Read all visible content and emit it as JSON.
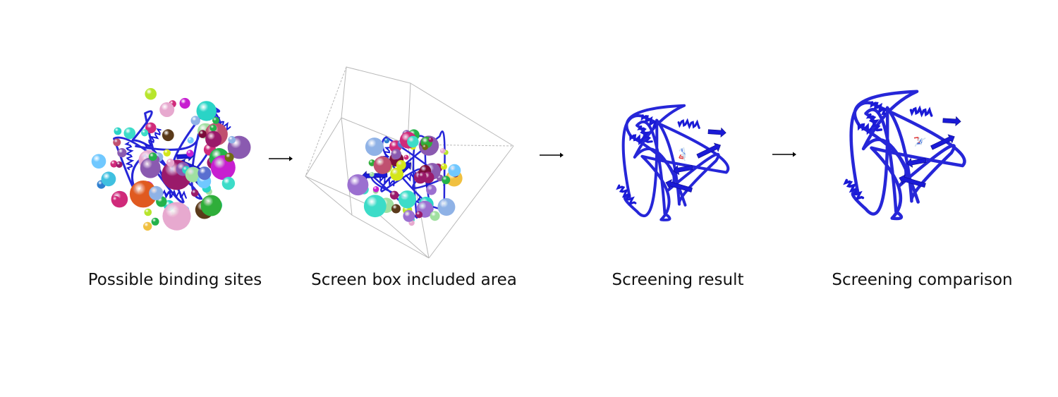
{
  "steps": [
    {
      "caption": "Possible binding sites",
      "image": "protein-with-binding-site-spheres"
    },
    {
      "caption": "Screen box included area",
      "image": "protein-inside-screen-box"
    },
    {
      "caption": "Screening result",
      "image": "protein-ribbon-with-docked-ligand"
    },
    {
      "caption": "Screening comparison",
      "image": "protein-ribbon-with-compared-ligands"
    }
  ],
  "arrows": [
    "right-arrow-icon",
    "right-arrow-icon",
    "right-arrow-icon"
  ],
  "colors": {
    "protein_ribbon": "#1a1ad6",
    "box_edges": "#b8b8b8",
    "ligand": "#cfe0ee",
    "arrow": "#000000"
  }
}
